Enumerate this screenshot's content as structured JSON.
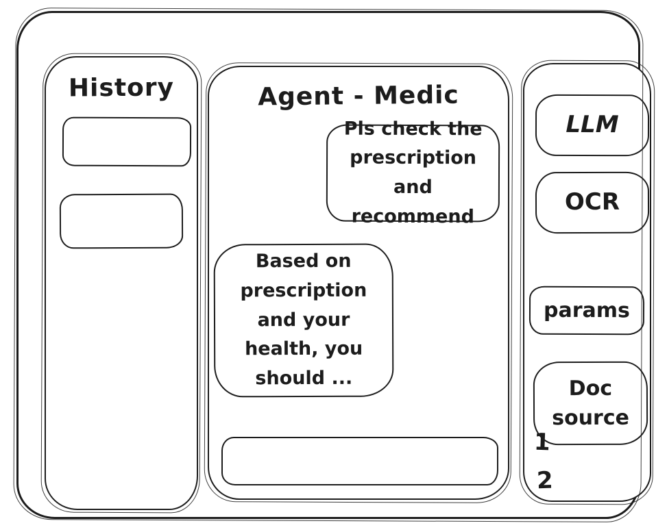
{
  "colors": {
    "ink": "#1c1c1c",
    "background": "#ffffff"
  },
  "history_panel": {
    "title": "History",
    "items": [
      "",
      ""
    ]
  },
  "chat": {
    "title": "Agent - Medic",
    "messages": [
      {
        "role": "user",
        "text": "Pls check the prescription and recommend"
      },
      {
        "role": "agent",
        "text": "Based on prescription and your health, you should ..."
      }
    ],
    "composer": {
      "value": ""
    }
  },
  "tools_panel": {
    "buttons": [
      {
        "label": "LLM"
      },
      {
        "label": "OCR"
      },
      {
        "label": "params"
      },
      {
        "label": "Doc source"
      }
    ],
    "doc_source_items": [
      "1",
      "2"
    ]
  }
}
